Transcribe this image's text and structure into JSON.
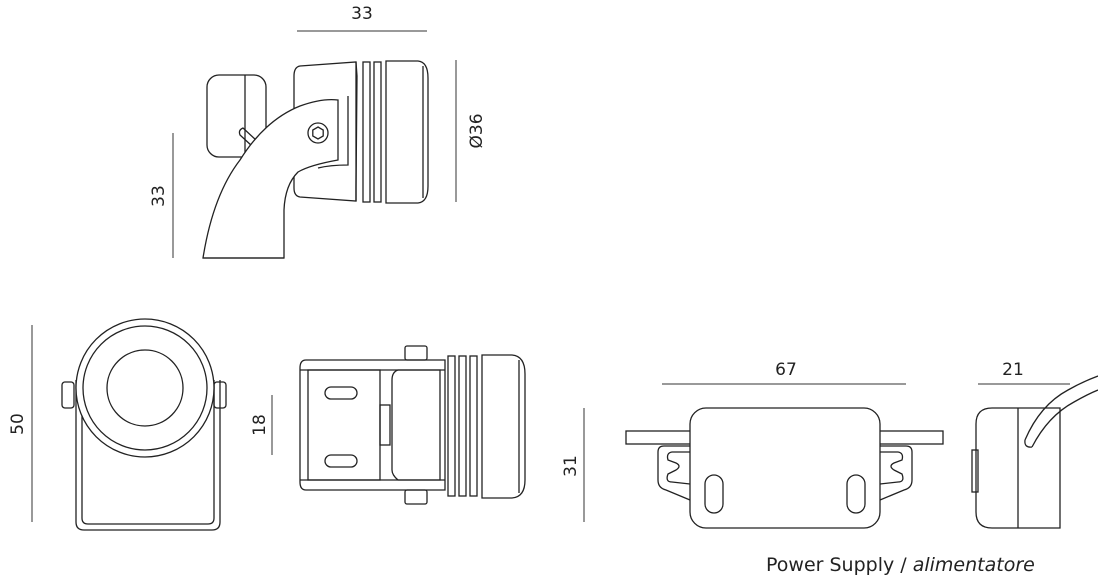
{
  "dimensions": {
    "side_width": "33",
    "side_height": "33",
    "side_diameter": "Ø36",
    "front_height": "50",
    "top_slot": "18",
    "top_height": "31",
    "psu_length": "67",
    "psu_depth": "21"
  },
  "caption": {
    "main": "Power Supply / ",
    "italic": "alimentatore"
  }
}
